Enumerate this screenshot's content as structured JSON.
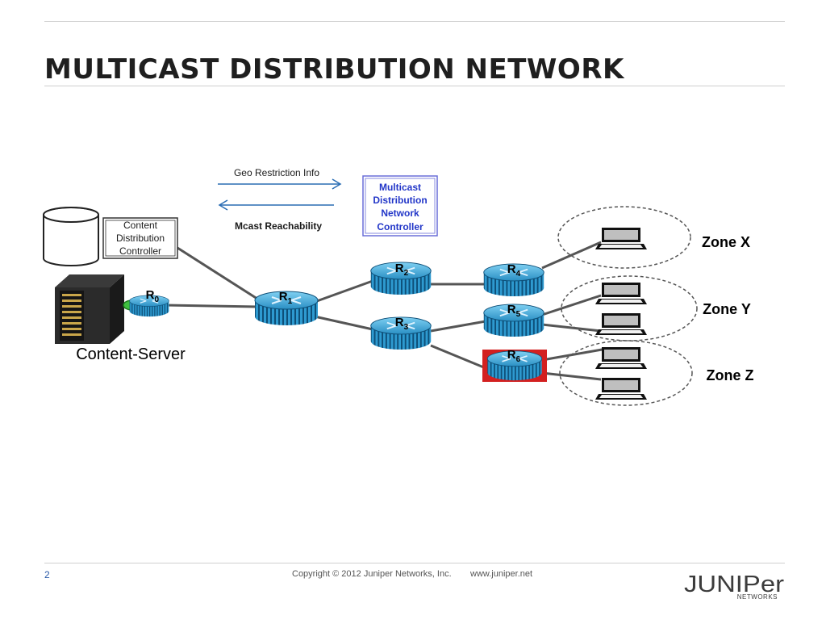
{
  "slide": {
    "title": "MULTICAST DISTRIBUTION NETWORK",
    "page_number": "2",
    "copyright": "Copyright © 2012 Juniper Networks, Inc.",
    "url": "www.juniper.net",
    "logo": {
      "wordmark": "JUNIPer",
      "sub": "NETWORKS"
    }
  },
  "diagram": {
    "geo_restriction_label": "Geo Restriction Info",
    "mcast_reachability_label": "Mcast Reachability",
    "mdn_controller": {
      "lines": [
        "Multicast",
        "Distribution",
        "Network",
        "Controller"
      ]
    },
    "content_controller": {
      "lines": [
        "Content",
        "Distribution",
        "Controller"
      ]
    },
    "content_server_label": "Content-Server",
    "routers": [
      {
        "id": "R0",
        "letter": "R",
        "sub": "0"
      },
      {
        "id": "R1",
        "letter": "R",
        "sub": "1"
      },
      {
        "id": "R2",
        "letter": "R",
        "sub": "2"
      },
      {
        "id": "R3",
        "letter": "R",
        "sub": "3"
      },
      {
        "id": "R4",
        "letter": "R",
        "sub": "4"
      },
      {
        "id": "R5",
        "letter": "R",
        "sub": "5"
      },
      {
        "id": "R6",
        "letter": "R",
        "sub": "6"
      }
    ],
    "zones": [
      "Zone X",
      "Zone Y",
      "Zone Z"
    ],
    "colors": {
      "router": "#2a8fc4",
      "router_highlight": "#d32020",
      "mdn_text": "#2236c8",
      "arrow": "#2a6db4"
    }
  }
}
